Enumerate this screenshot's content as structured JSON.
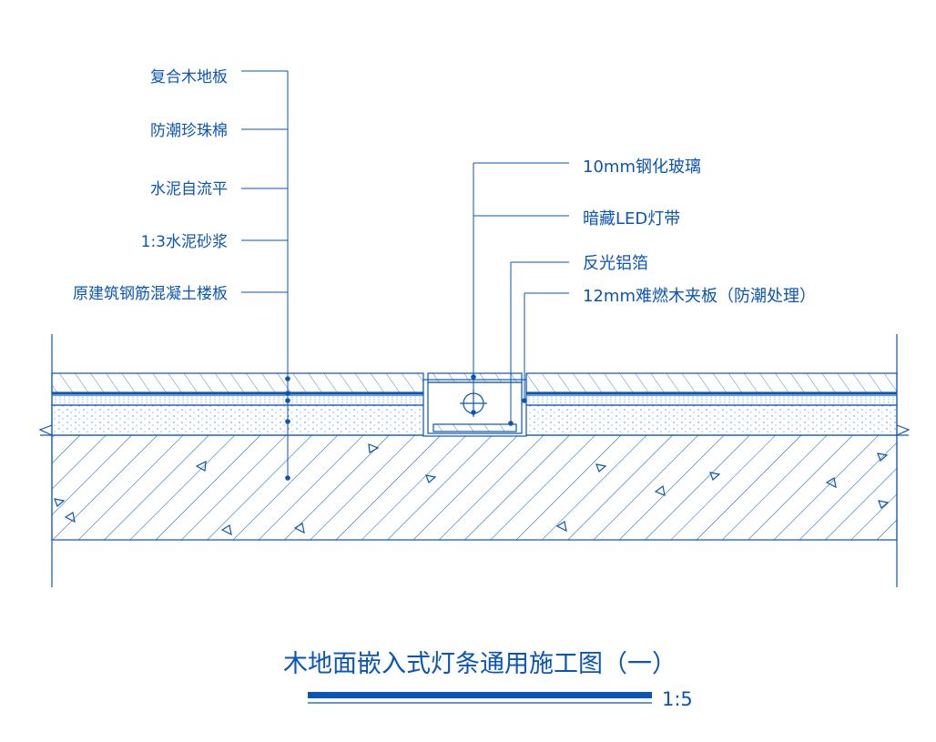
{
  "colors": {
    "line": "#0a55b8",
    "background": "#ffffff"
  },
  "left_labels": [
    "复合木地板",
    "防潮珍珠棉",
    "水泥自流平",
    "1:3水泥砂浆",
    "原建筑钢筋混凝土楼板"
  ],
  "right_labels": [
    "10mm钢化玻璃",
    "暗藏LED灯带",
    "反光铝箔",
    "12mm难燃木夹板（防潮处理）"
  ],
  "title": "木地面嵌入式灯条通用施工图（一）",
  "scale": "1:5"
}
